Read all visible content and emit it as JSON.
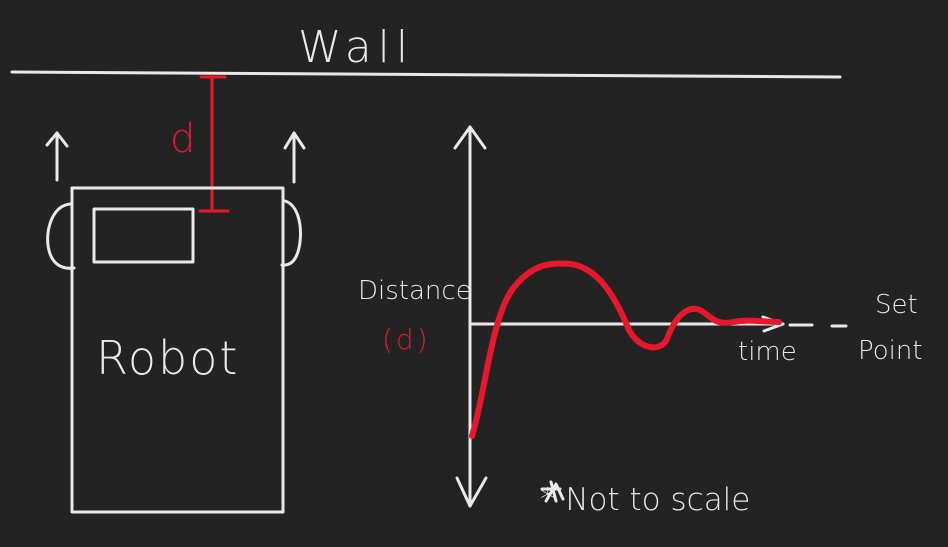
{
  "labels": {
    "wall": "Wall",
    "distance_symbol": "d",
    "robot": "Robot",
    "y_axis_label": "Distance",
    "y_axis_sub": "(d)",
    "x_axis_label": "time",
    "setpoint_line1": "Set",
    "setpoint_line2": "Point",
    "note": "* Not to scale"
  },
  "colors": {
    "background": "#232323",
    "stroke": "#e9e9e9",
    "accent": "#e8172b"
  },
  "icons": [
    "up-arrow-icon",
    "up-arrow-icon",
    "star-icon"
  ]
}
